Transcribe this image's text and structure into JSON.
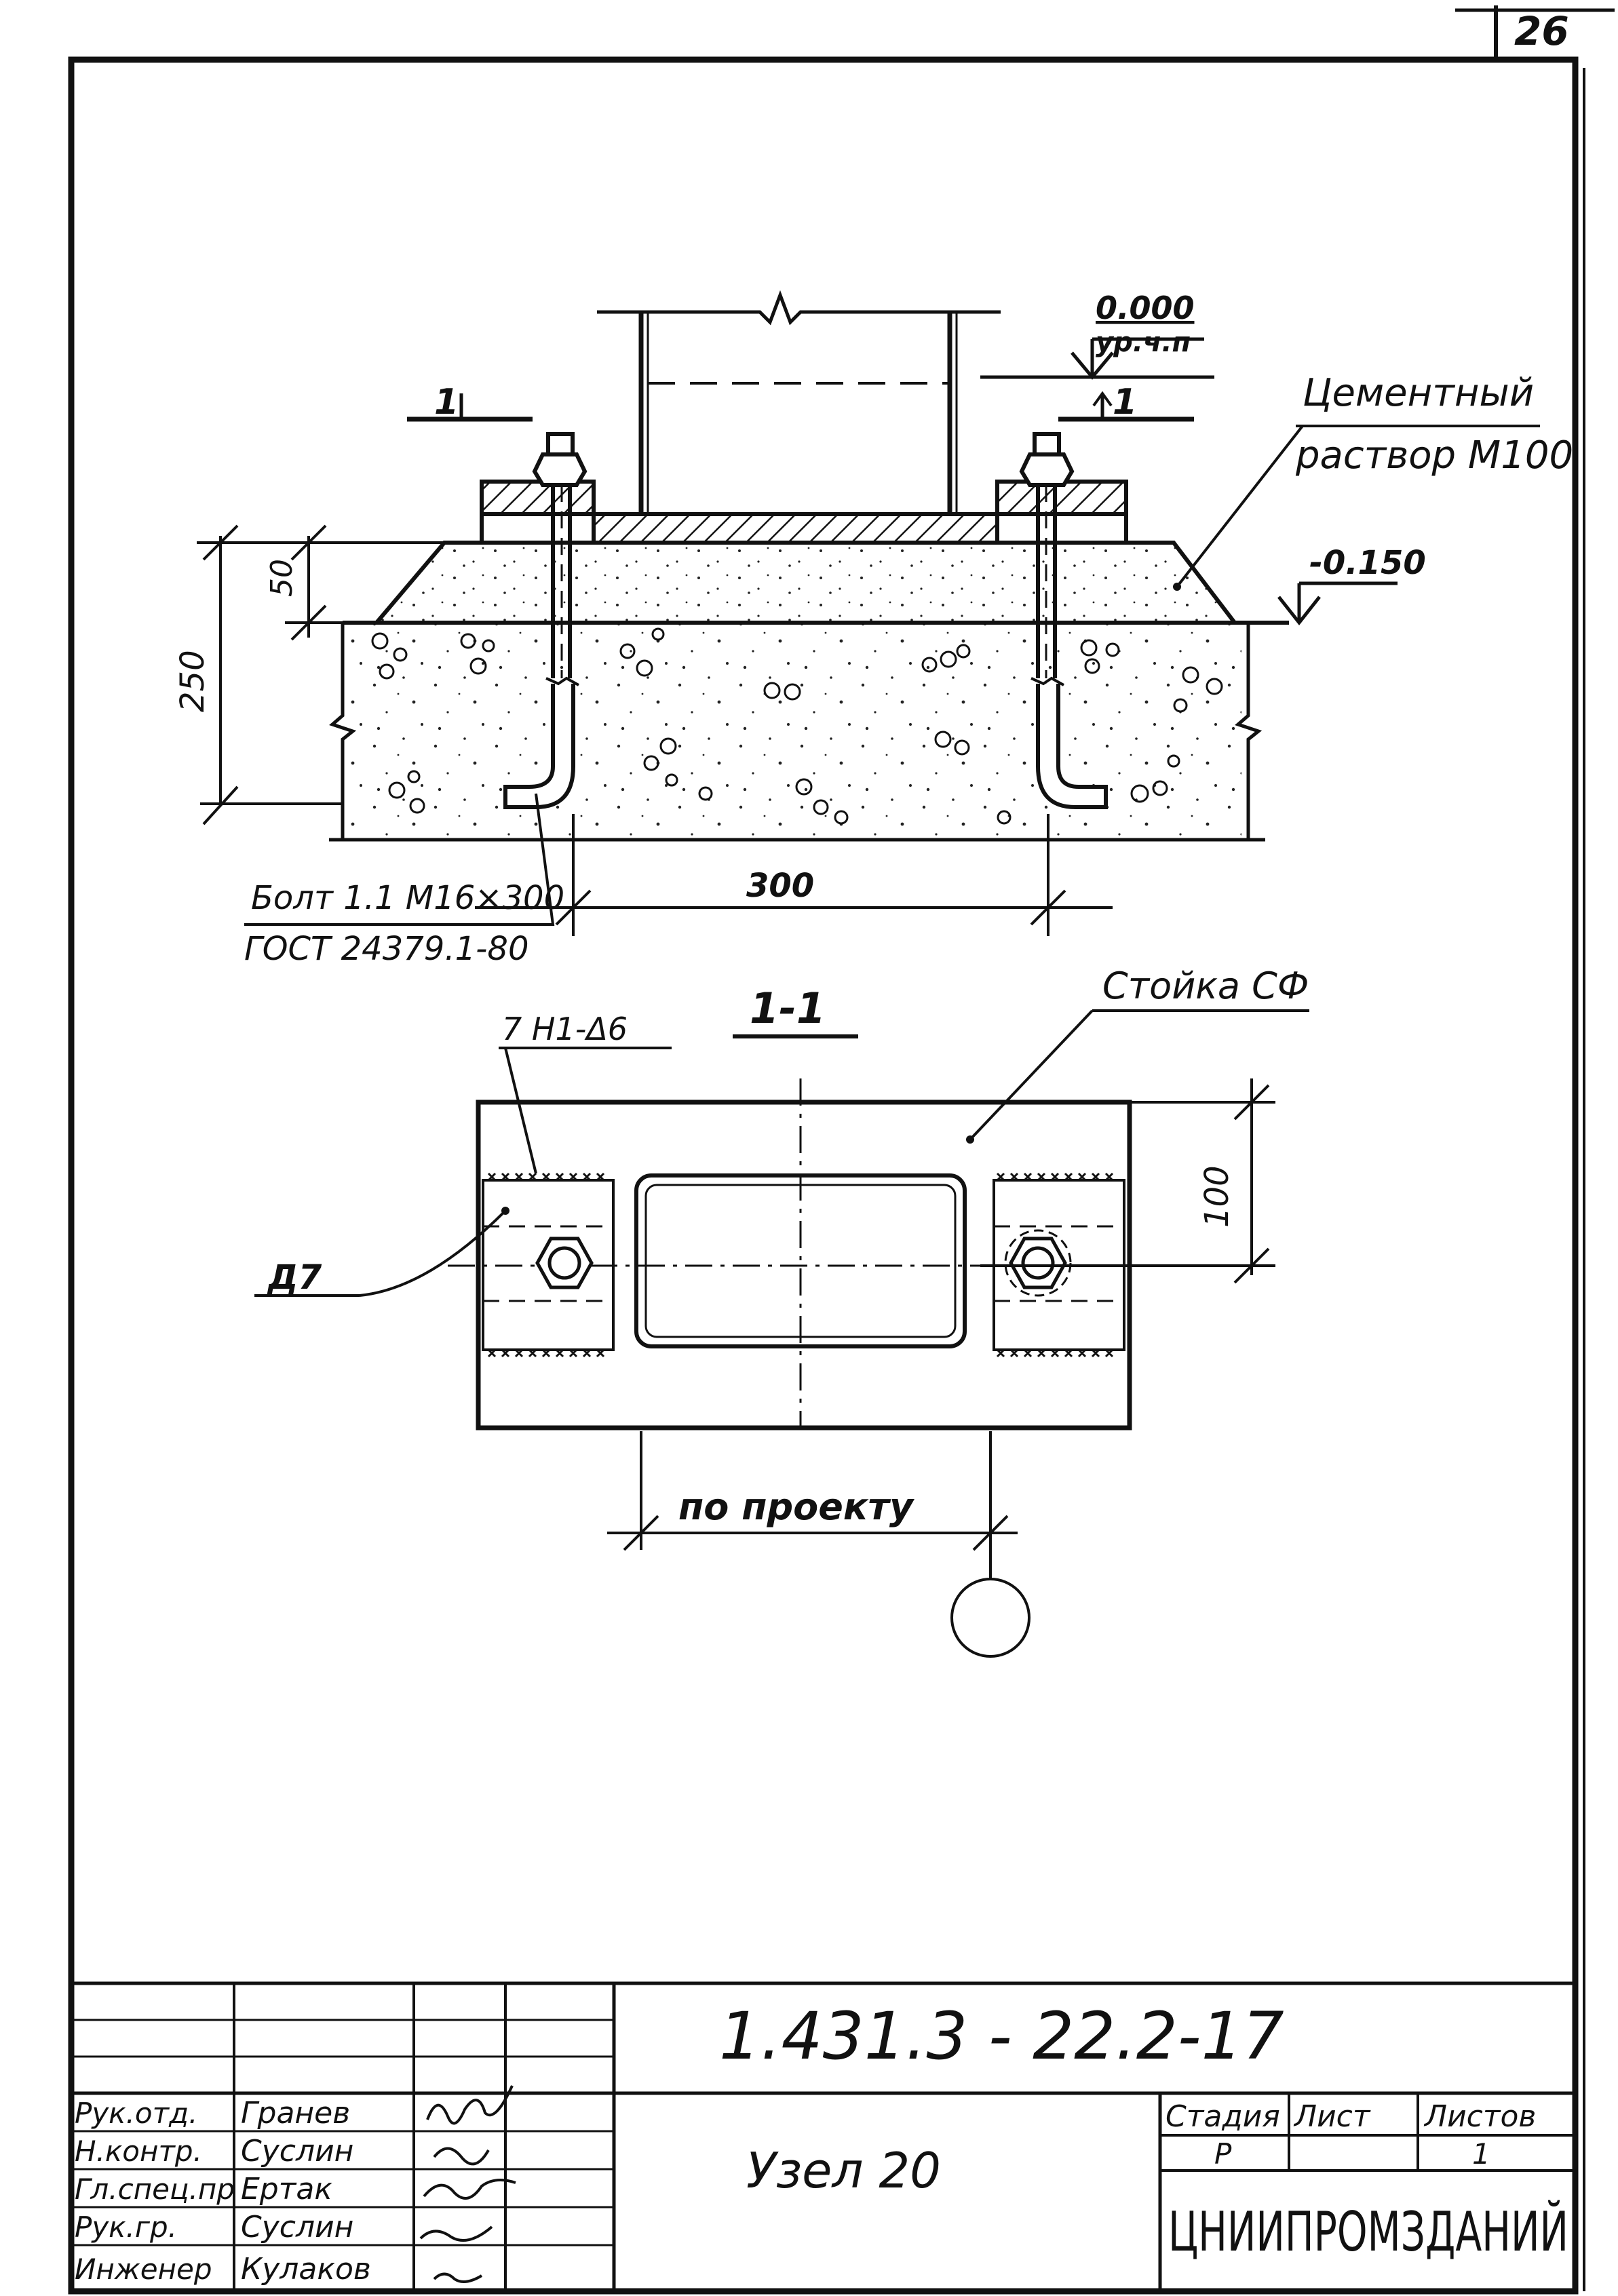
{
  "sheet_number": "26",
  "elevation": {
    "top_value": "0.000",
    "top_label": "ур.ч.п",
    "bottom_value": "-0.150"
  },
  "section_marks": {
    "left": "1",
    "right": "1"
  },
  "labels": {
    "cement": [
      "Цементный",
      "раствор М100"
    ],
    "bolt": [
      "Болт 1.1 М16×300",
      "ГОСТ 24379.1-80"
    ],
    "column": "Стойка СФ",
    "weld": "7 Н1-Δ6",
    "plate": "Д7",
    "per_project": "по проекту",
    "section_title": "1-1"
  },
  "dimensions": {
    "d50": "50",
    "d250": "250",
    "d300": "300",
    "d100": "100"
  },
  "title_block": {
    "doc_code": "1.431.3 - 22.2-17",
    "drawing_name": "Узел 20",
    "roles": [
      "Рук.отд.",
      "Н.контр.",
      "Гл.спец.пр",
      "Рук.гр.",
      "Инженер"
    ],
    "names": [
      "Гранев",
      "Суслин",
      "Ертак",
      "Суслин",
      "Кулаков"
    ],
    "stage_header": "Стадия",
    "sheet_header": "Лист",
    "sheets_header": "Листов",
    "stage": "Р",
    "sheets_total": "1",
    "organization": "ЦНИИПРОМЗДАНИЙ"
  }
}
